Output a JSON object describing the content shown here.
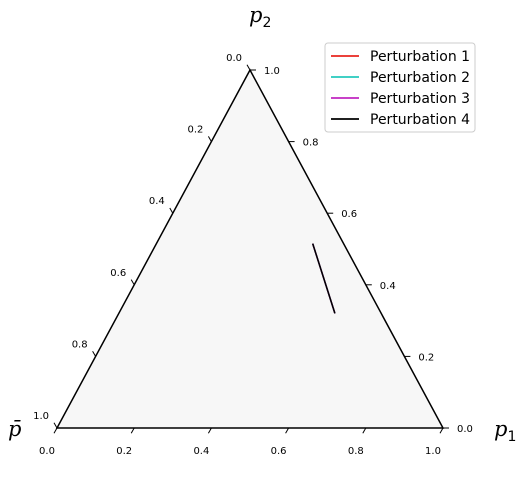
{
  "chart_data": {
    "type": "line",
    "subtype": "ternary",
    "vertex_labels": {
      "top": {
        "base": "p",
        "sub": "2"
      },
      "right": {
        "base": "p",
        "sub": "1"
      },
      "left": {
        "base": "p̄",
        "sub": ""
      }
    },
    "axes": {
      "bottom": {
        "variable": "p1",
        "ticks": [
          "0.0",
          "0.2",
          "0.4",
          "0.6",
          "0.8",
          "1.0"
        ]
      },
      "right": {
        "variable": "p2",
        "ticks": [
          "0.0",
          "0.2",
          "0.4",
          "0.6",
          "0.8",
          "1.0"
        ]
      },
      "left": {
        "variable": "p̄",
        "ticks": [
          "0.0",
          "0.2",
          "0.4",
          "0.6",
          "0.8",
          "1.0"
        ]
      }
    },
    "range": [
      0,
      1
    ],
    "grid": false,
    "background_color": "#f7f7f7",
    "legend_position": "top-right",
    "series": [
      {
        "name": "Perturbation 1",
        "color": "#e8261f",
        "points": [
          {
            "p1": 0.56,
            "p2": 0.32
          },
          {
            "p1": 0.405,
            "p2": 0.515
          }
        ]
      },
      {
        "name": "Perturbation 2",
        "color": "#26c9bd",
        "points": [
          {
            "p1": 0.56,
            "p2": 0.32
          },
          {
            "p1": 0.405,
            "p2": 0.515
          }
        ]
      },
      {
        "name": "Perturbation 3",
        "color": "#c026c0",
        "points": [
          {
            "p1": 0.405,
            "p2": 0.515
          },
          {
            "p1": 0.56,
            "p2": 0.32
          },
          {
            "p1": 0.405,
            "p2": 0.515
          }
        ]
      },
      {
        "name": "Perturbation 4",
        "color": "#000000",
        "points": [
          {
            "p1": 0.56,
            "p2": 0.32
          },
          {
            "p1": 0.405,
            "p2": 0.515
          }
        ]
      }
    ]
  }
}
